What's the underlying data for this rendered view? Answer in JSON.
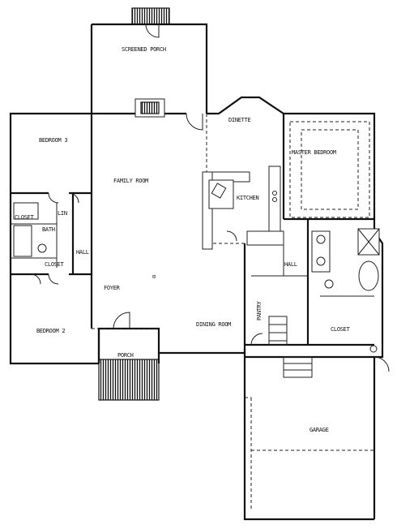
{
  "rooms": {
    "screened_porch": "SCREENED PORCH",
    "bedroom_3": "BEDROOM 3",
    "family_room": "FAMILY ROOM",
    "dinette": "DINETTE",
    "kitchen": "KITCHEN",
    "master_bedroom": "MASTER BEDROOM",
    "linen": "LIN",
    "closet_upper": "CLOSET",
    "bath": "BATH",
    "closet_lower": "CLOSET",
    "hall_left": "HALL",
    "hall_right": "HALL",
    "foyer": "FOYER",
    "bedroom_2": "BEDROOM 2",
    "dining_room": "DINING ROOM",
    "porch": "PORCH",
    "master_closet": "CLOSET",
    "pantry": "PANTRY",
    "garage": "GARAGE"
  }
}
